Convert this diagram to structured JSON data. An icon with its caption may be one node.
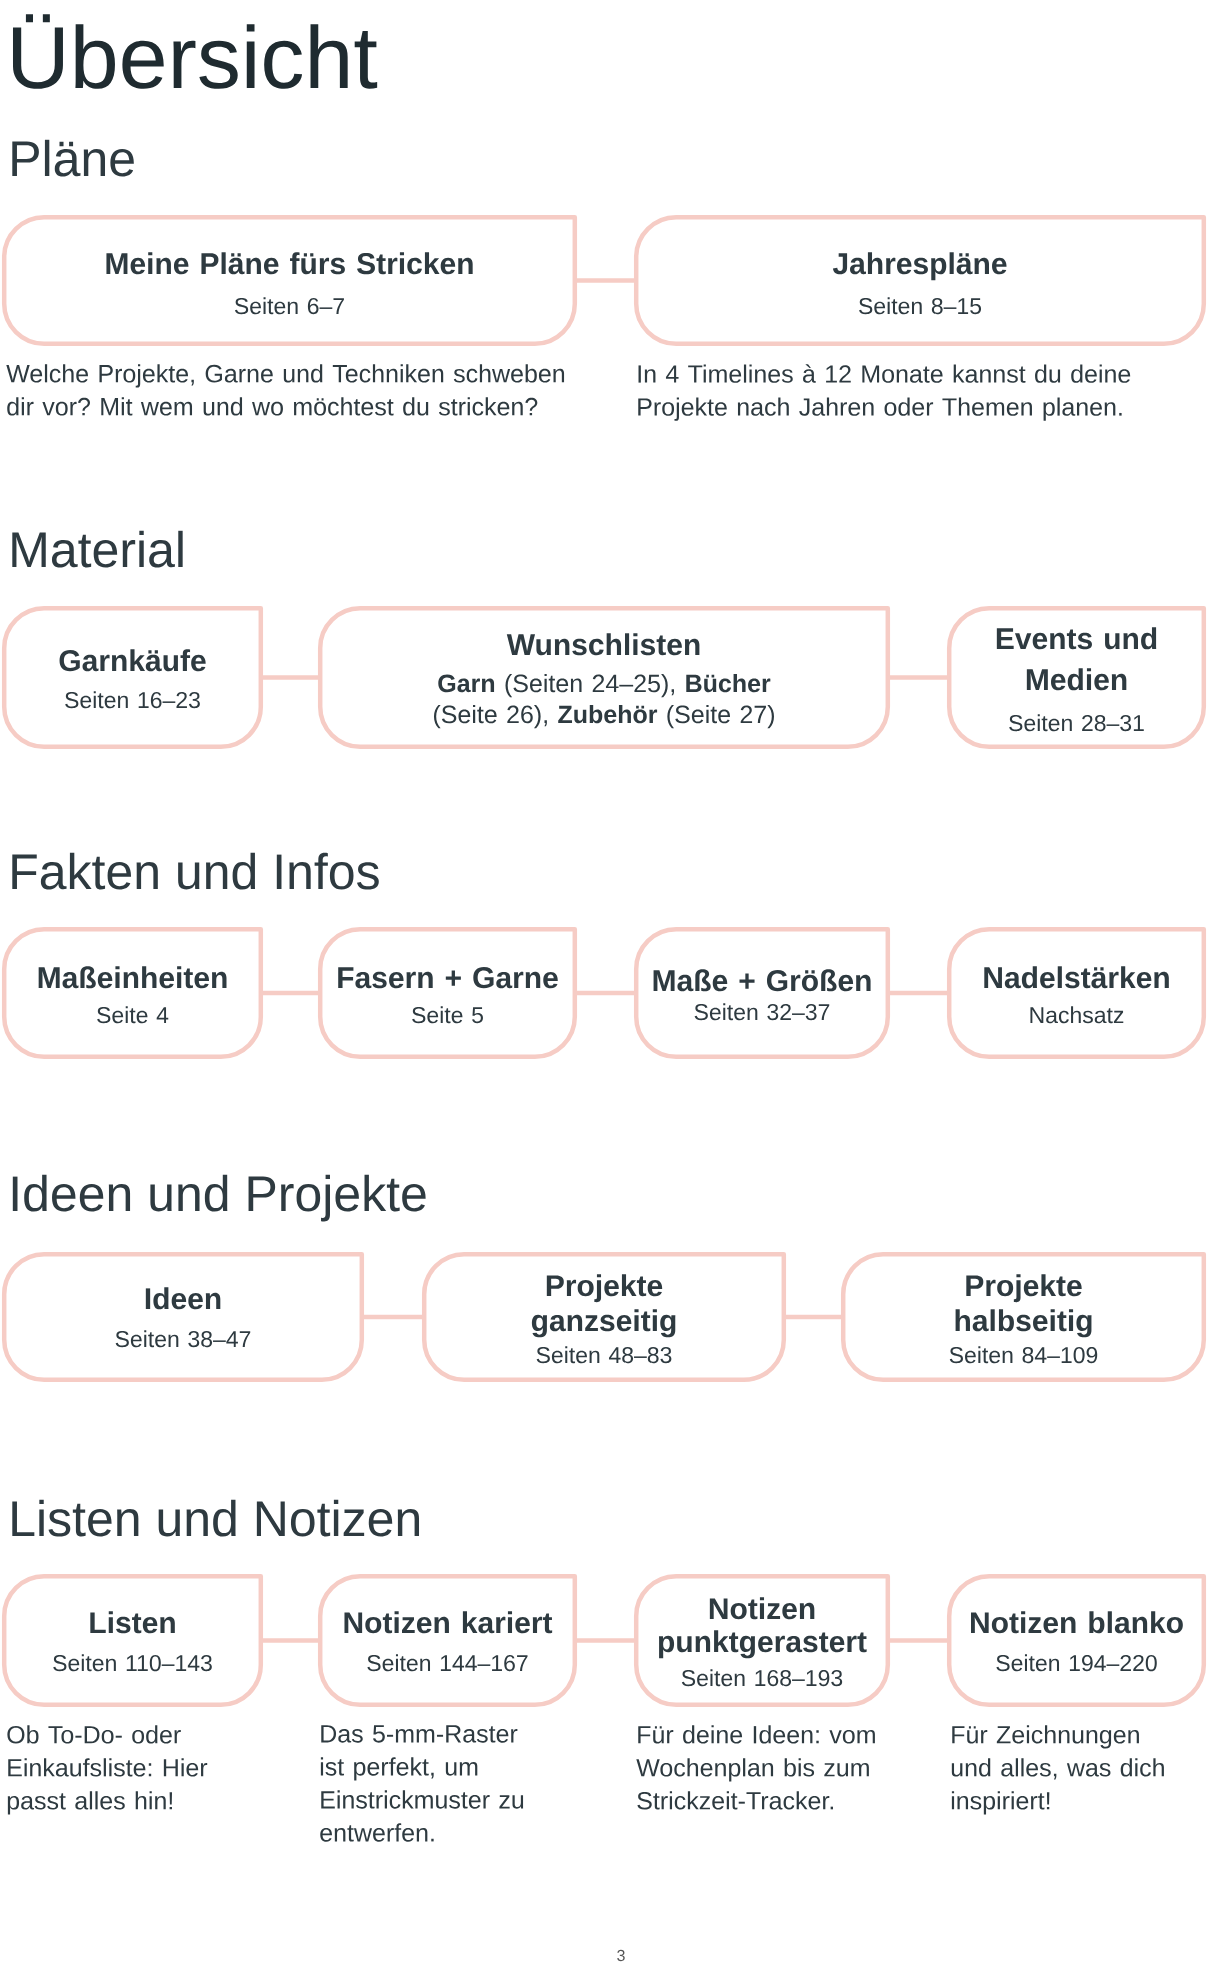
{
  "diagram": {
    "title": "Übersicht",
    "nodes": [
      {
        "text": [
          "Meine Pläne fürs Stricken",
          "Seiten 6–7"
        ],
        "beside": [
          "Welche Projekte, Garne und Techniken schweben dir vor? Mit wem und wo möchtest du stricken?"
        ]
      },
      {
        "text": [
          "Jahrespläne",
          "Seiten 8–15"
        ],
        "beside": [
          "In 4 Timelines à 12 Monate kannst du deine Projekte nach Jahren oder Themen planen."
        ]
      },
      {
        "text": [
          "Garnkäufe",
          "Seiten 16–23"
        ]
      },
      {
        "text": [
          "Wunschlisten",
          "**Garn** (Seiten 24–25), **Bücher** (Seite 26), **Zubehör** (Seite 27)"
        ]
      },
      {
        "text": [
          "Events und Medien",
          "Seiten 28–31"
        ]
      },
      {
        "text": [
          "Maßeinheiten",
          "Seite 4"
        ]
      },
      {
        "text": [
          "Fasern + Garne",
          "Seite 5"
        ]
      },
      {
        "text": [
          "Maße + Größen",
          "Seiten 32–37"
        ]
      },
      {
        "text": [
          "Nadelstärken",
          "Nachsatz"
        ]
      },
      {
        "text": [
          "Ideen",
          "Seiten 38–47"
        ]
      },
      {
        "text": [
          "Projekte ganzseitig",
          "Seiten 48–83"
        ]
      },
      {
        "text": [
          "Projekte halbseitig",
          "Seiten 84–109"
        ]
      },
      {
        "text": [
          "Listen",
          "Seiten 110–143"
        ],
        "beside": [
          "Ob To-Do- oder Einkaufsliste: Hier passt alles hin!"
        ]
      },
      {
        "text": [
          "Notizen kariert",
          "Seiten 144–167"
        ],
        "beside": [
          "Das 5-mm-Raster ist perfekt, um Einstrickmuster zu entwerfen."
        ]
      },
      {
        "text": [
          "Notizen punktgerastert",
          "Seiten 168–193"
        ],
        "beside": [
          "Für deine Ideen: vom Wochenplan bis zum Strickzeit-Tracker."
        ]
      },
      {
        "text": [
          "Notizen blanko",
          "Seiten 194–220"
        ],
        "beside": [
          "Für Zeichnungen und alles, was dich inspiriert!"
        ]
      }
    ],
    "edges": [
      {
        "from": 0,
        "to": 1,
        "arrow": "none"
      },
      {
        "from": 2,
        "to": 3,
        "arrow": "none"
      },
      {
        "from": 3,
        "to": 4,
        "arrow": "none"
      },
      {
        "from": 5,
        "to": 6,
        "arrow": "none"
      },
      {
        "from": 6,
        "to": 7,
        "arrow": "none"
      },
      {
        "from": 7,
        "to": 8,
        "arrow": "none"
      },
      {
        "from": 9,
        "to": 10,
        "arrow": "none"
      },
      {
        "from": 10,
        "to": 11,
        "arrow": "none"
      },
      {
        "from": 12,
        "to": 13,
        "arrow": "none"
      },
      {
        "from": 13,
        "to": 14,
        "arrow": "none"
      },
      {
        "from": 14,
        "to": 15,
        "arrow": "none"
      }
    ],
    "labels": [
      "Pläne",
      "Material",
      "Fakten und Infos",
      "Ideen und Projekte",
      "Listen und Notizen",
      "3"
    ]
  }
}
